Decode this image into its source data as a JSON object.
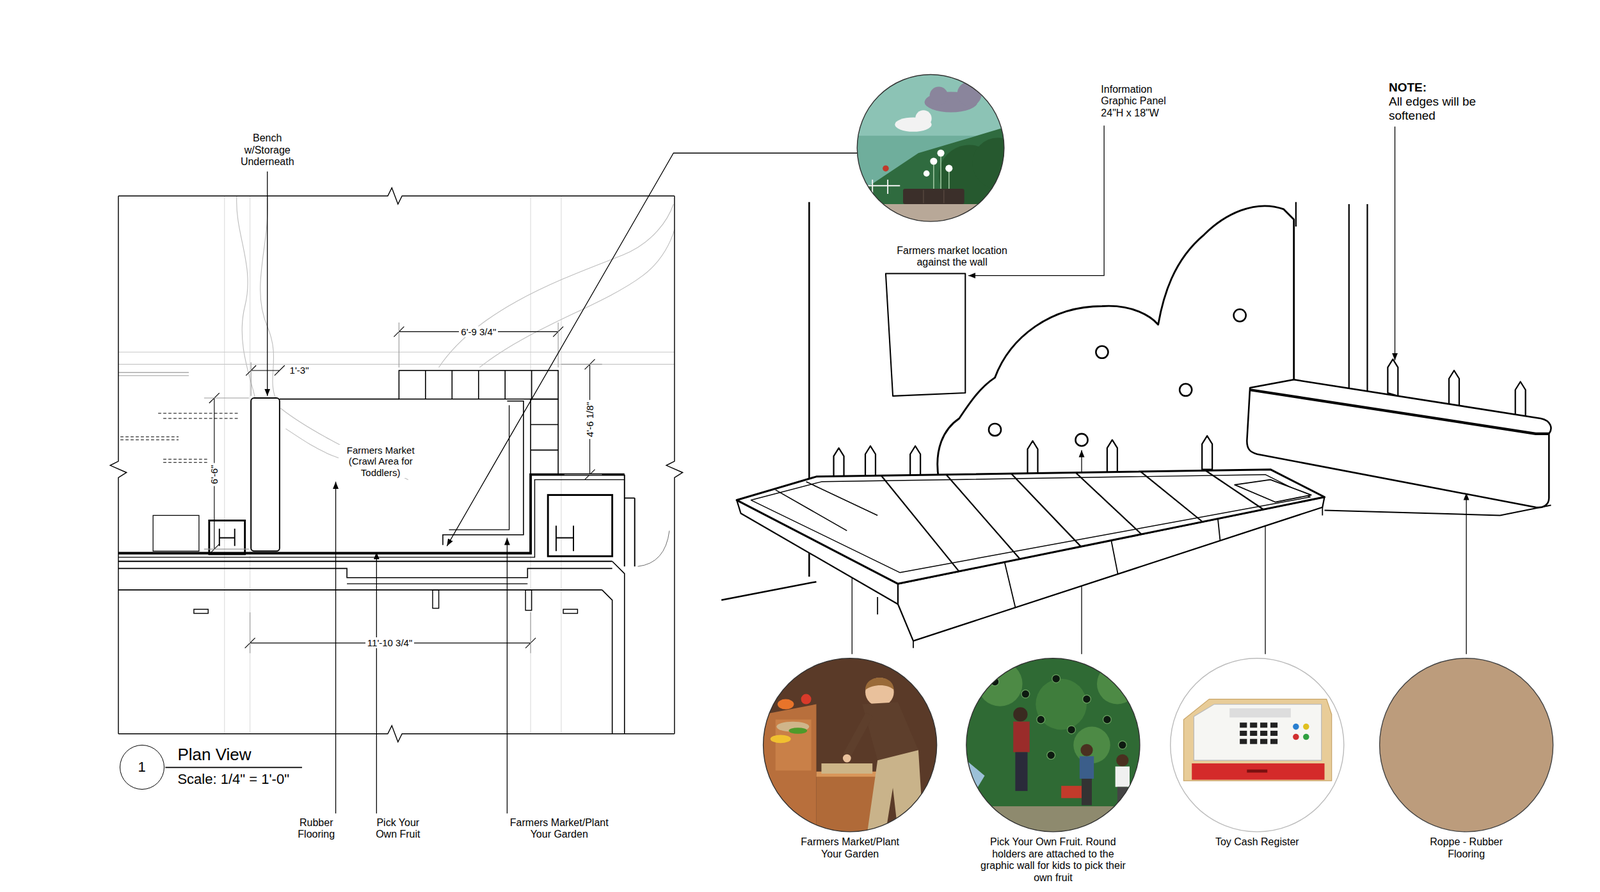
{
  "diagram": {
    "nodes": [
      {
        "text": [
          "1"
        ]
      },
      {
        "text": [
          "Farmers Market/Plant Your Garden"
        ]
      },
      {
        "text": [
          "Pick Your Own Fruit. Round holders are attached to the graphic wall for kids to pick their own fruit"
        ]
      },
      {
        "text": [
          "Toy Cash Register"
        ]
      },
      {
        "text": [
          "Roppe - Rubber Flooring"
        ]
      }
    ],
    "labels": [
      "Bench w/Storage Underneath",
      "1'-3\"",
      "6'-9 3/4\"",
      "4'-6 1/8\"",
      "Farmers Market (Crawl Area for Toddlers)",
      "6'-6\"",
      "11'-10 3/4\"",
      "Plan View",
      "Scale: 1/4\" = 1'-0\"",
      "Rubber Flooring",
      "Pick Your Own Fruit",
      "Farmers Market/Plant Your Garden",
      "Farmers market location against the wall",
      "Information Graphic Panel 24\"H x 18\"W",
      "NOTE:",
      "All edges will be softened"
    ]
  }
}
